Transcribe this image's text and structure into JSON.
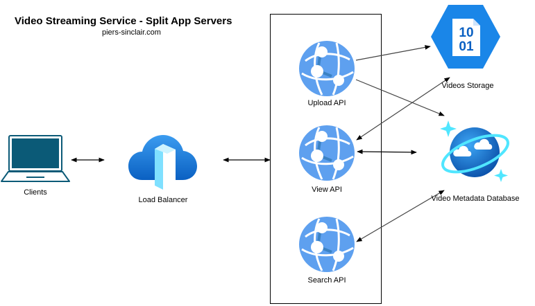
{
  "header": {
    "title": "Video Streaming Service - Split App Servers",
    "subtitle": "piers-sinclair.com"
  },
  "nodes": {
    "clients": {
      "label": "Clients",
      "icon": "laptop-icon"
    },
    "load_balancer": {
      "label": "Load Balancer",
      "icon": "load-balancer-cloud-icon"
    },
    "upload_api": {
      "label": "Upload API",
      "icon": "app-service-icon"
    },
    "view_api": {
      "label": "View API",
      "icon": "app-service-icon"
    },
    "search_api": {
      "label": "Search API",
      "icon": "app-service-icon"
    },
    "videos_storage": {
      "label": "Videos Storage",
      "icon": "binary-storage-icon",
      "icon_text_top": "10",
      "icon_text_bottom": "01"
    },
    "metadata_db": {
      "label": "Video Metadata Database",
      "icon": "cosmos-db-icon"
    }
  },
  "edges": [
    {
      "from": "clients",
      "to": "load_balancer",
      "direction": "both"
    },
    {
      "from": "load_balancer",
      "to": "api-group",
      "direction": "both"
    },
    {
      "from": "upload_api",
      "to": "videos_storage",
      "direction": "forward"
    },
    {
      "from": "upload_api",
      "to": "metadata_db",
      "direction": "forward"
    },
    {
      "from": "videos_storage",
      "to": "view_api",
      "direction": "both"
    },
    {
      "from": "view_api",
      "to": "metadata_db",
      "direction": "both"
    },
    {
      "from": "metadata_db",
      "to": "search_api",
      "direction": "both"
    }
  ],
  "colors": {
    "azure_blue": "#0078d4",
    "app_service_light": "#5ea0ef",
    "app_service_dark": "#3b82c4",
    "cosmos_sparkle": "#50e6ff",
    "laptop_screen": "#0b5a77",
    "edge": "#000000"
  }
}
